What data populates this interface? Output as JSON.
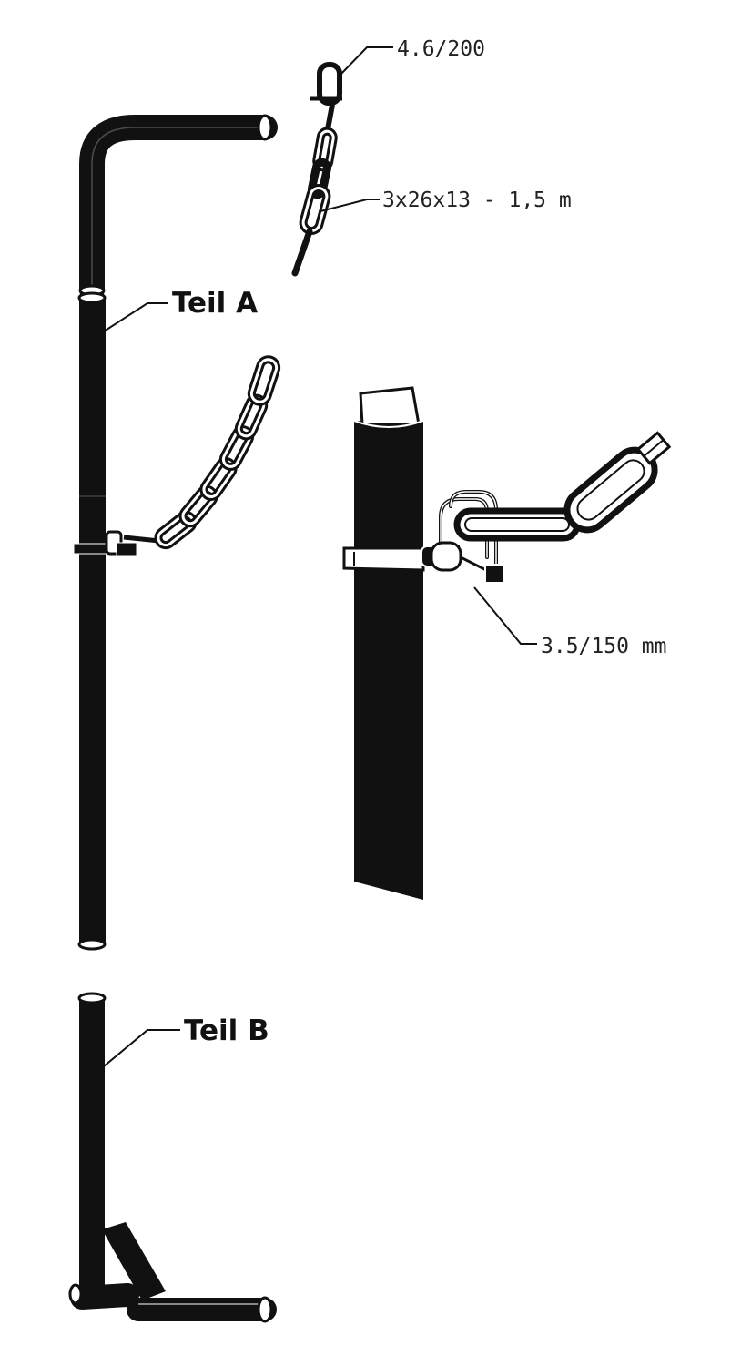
{
  "labels": {
    "part_a": "Teil A",
    "part_b": "Teil B",
    "pin_spec": "4.6/200",
    "chain_spec": "3x26x13 - 1,5 m",
    "wire_spec": "3.5/150 mm"
  }
}
